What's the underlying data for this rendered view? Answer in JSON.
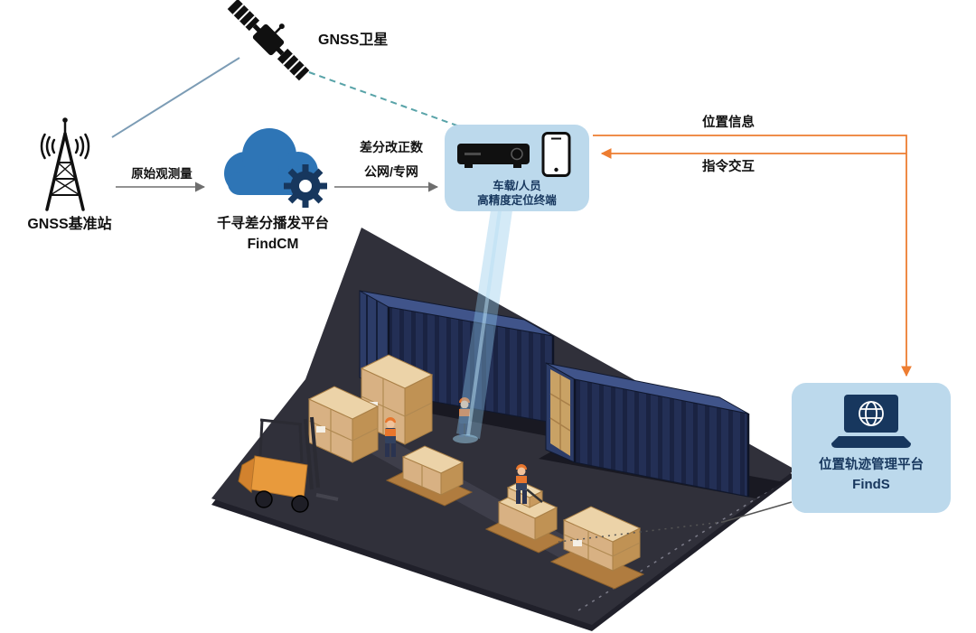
{
  "colors": {
    "accent_orange": "#ED7D31",
    "link_gray": "#6E6E6E",
    "satellite_line_blue": "#7C9CB5",
    "satellite_dash_teal": "#58A3A8",
    "node_box_blue": "#BCD9EC",
    "dark_navy_text": "#17375E",
    "cloud_blue": "#2E75B6"
  },
  "nodes": {
    "satellite": {
      "label": "GNSS卫星"
    },
    "base_station": {
      "label": "GNSS基准站"
    },
    "cloud_platform": {
      "line1": "千寻差分播发平台",
      "line2": "FindCM"
    },
    "terminal": {
      "line1": "车载/人员",
      "line2": "高精度定位终端"
    },
    "management_platform": {
      "line1": "位置轨迹管理平台",
      "line2": "FindS"
    }
  },
  "links": {
    "raw_observation": {
      "label": "原始观测量"
    },
    "diff_correction": {
      "line1": "差分改正数",
      "line2": "公网/专网"
    },
    "position_info": {
      "label": "位置信息"
    },
    "command_interaction": {
      "label": "指令交互"
    }
  }
}
